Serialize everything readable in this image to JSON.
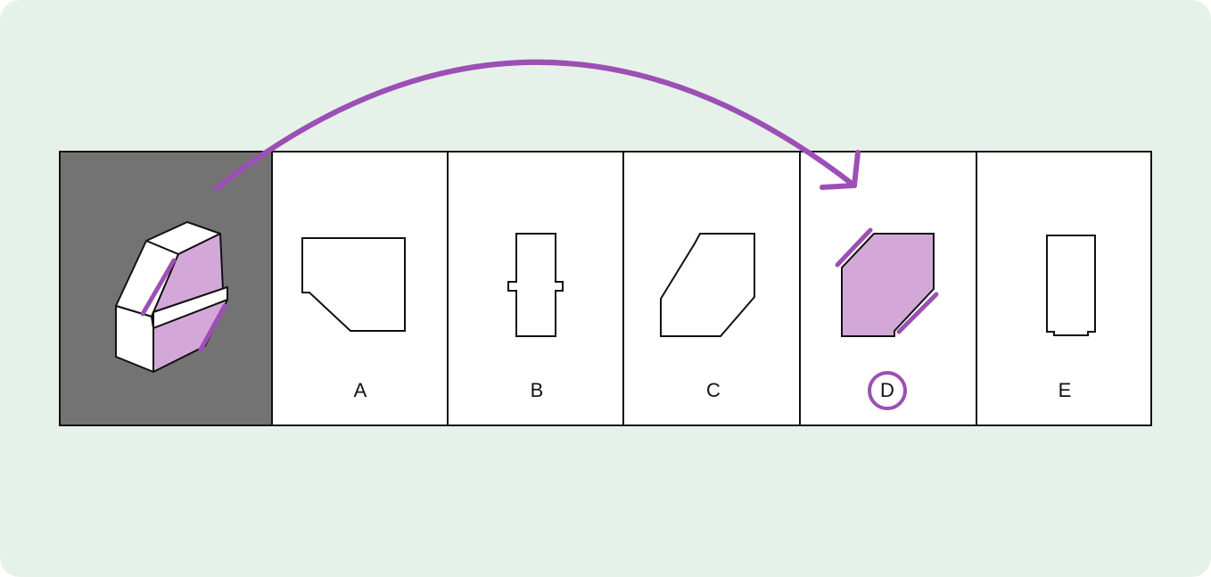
{
  "question": {
    "options": [
      {
        "letter": "A",
        "selected": false
      },
      {
        "letter": "B",
        "selected": false
      },
      {
        "letter": "C",
        "selected": false
      },
      {
        "letter": "D",
        "selected": true
      },
      {
        "letter": "E",
        "selected": false
      }
    ],
    "answer": "D"
  },
  "colors": {
    "background": "#e6f2e9",
    "reference_panel": "#737373",
    "highlight_face": "#d3a8d8",
    "accent_purple": "#9c4fb5",
    "outline": "#111111",
    "panel_fill": "#ffffff"
  },
  "icons": {
    "arrow": "curved-arrow-icon",
    "answer_marker": "answer-circle-icon"
  }
}
